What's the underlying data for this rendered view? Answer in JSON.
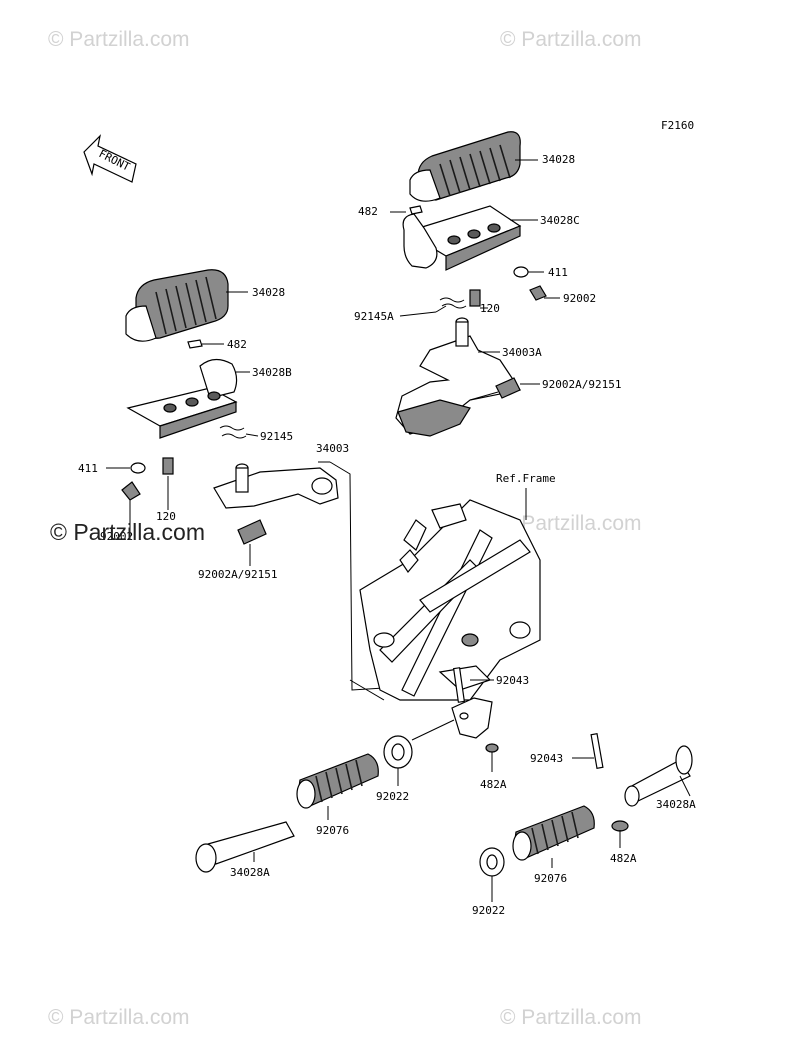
{
  "diagram_code": "F2160",
  "front_arrow_text": "FRONT",
  "ref_frame_label": "Ref.Frame",
  "watermarks": {
    "text": "© Partzilla.com",
    "overlay_text": "© Partzilla.com"
  },
  "part_labels": {
    "p34028_right": "34028",
    "p482_right": "482",
    "p34028C": "34028C",
    "p411_right": "411",
    "p92002_right": "92002",
    "p92145A": "92145A",
    "p120_right": "120",
    "p34003A": "34003A",
    "p92002A_right": "92002A/92151",
    "p34028_left": "34028",
    "p482_left": "482",
    "p34028B": "34028B",
    "p92145": "92145",
    "p34003": "34003",
    "p411_left": "411",
    "p120_left": "120",
    "p92002_left": "92002",
    "p92002A_left": "92002A/92151",
    "p92043_a": "92043",
    "p92022_a": "92022",
    "p482A_a": "482A",
    "p92076_a": "92076",
    "p34028A_a": "34028A",
    "p92043_b": "92043",
    "p34028A_b": "34028A",
    "p482A_b": "482A",
    "p92076_b": "92076",
    "p92022_b": "92022"
  },
  "colors": {
    "line": "#000000",
    "part_fill": "#8a8a8a",
    "watermark": "#d2d2d2"
  }
}
